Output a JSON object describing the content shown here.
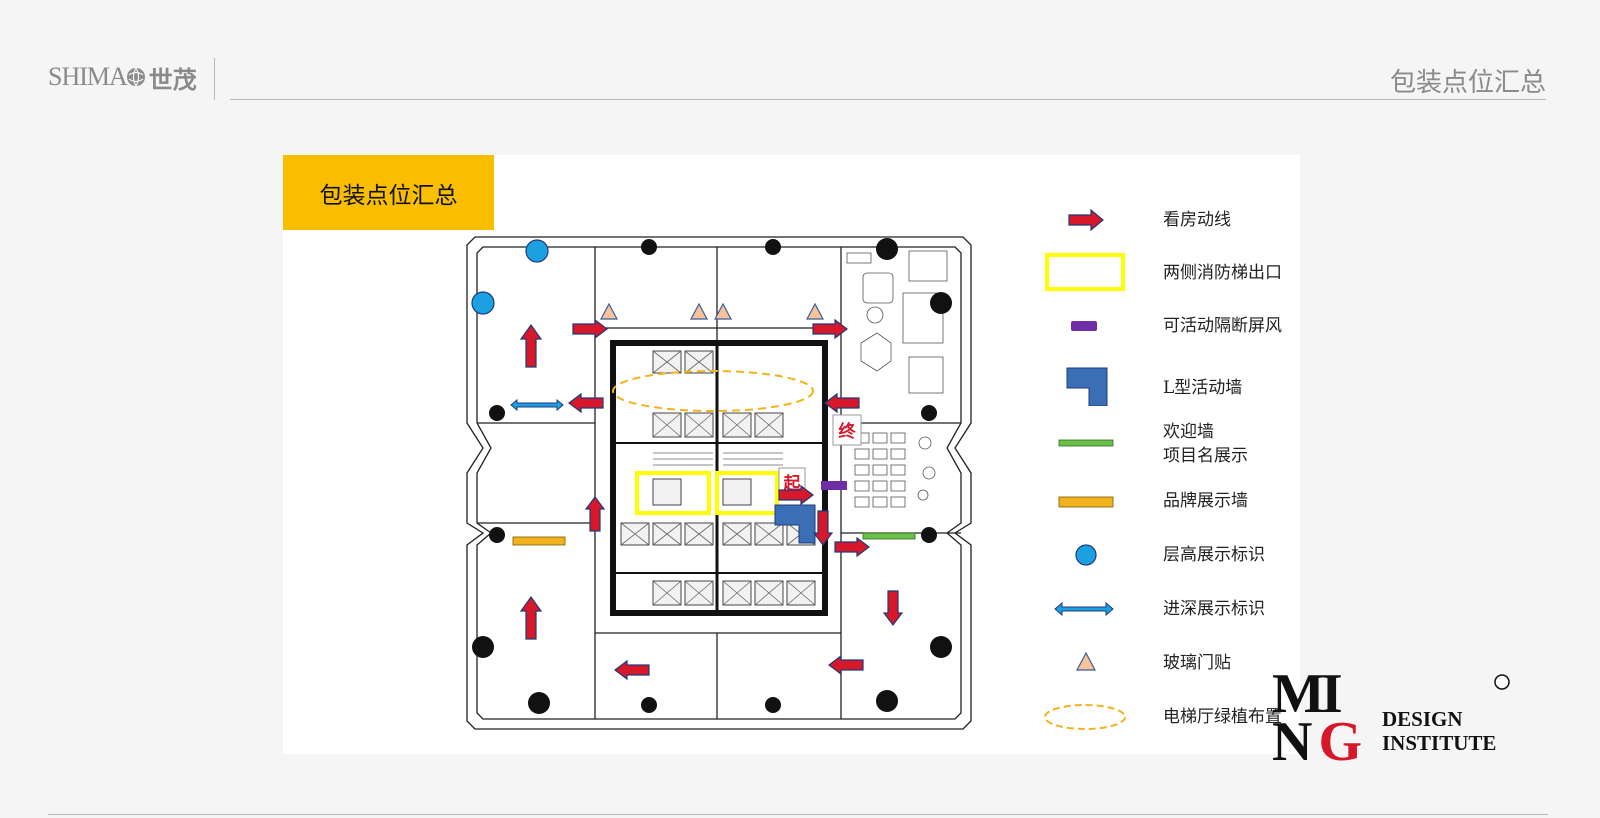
{
  "header": {
    "logo_latin": "SHIMA",
    "logo_cn": "世茂",
    "page_title": "包装点位汇总"
  },
  "panel": {
    "tag_title": "包装点位汇总"
  },
  "plan": {
    "label_start": "起",
    "label_end": "终"
  },
  "legend": [
    {
      "label": "看房动线",
      "icon": "red-arrow-icon"
    },
    {
      "label": "两侧消防梯出口",
      "icon": "yellow-rectangle-icon"
    },
    {
      "label": "可活动隔断屏风",
      "icon": "purple-bar-icon"
    },
    {
      "label": "L型活动墙",
      "icon": "blue-l-shape-icon"
    },
    {
      "label": "欢迎墙",
      "label2": "项目名展示",
      "icon": "green-bar-icon"
    },
    {
      "label": "品牌展示墙",
      "icon": "orange-bar-icon"
    },
    {
      "label": "层高展示标识",
      "icon": "blue-circle-icon"
    },
    {
      "label": "进深展示标识",
      "icon": "double-arrow-icon"
    },
    {
      "label": "玻璃门贴",
      "icon": "triangle-icon"
    },
    {
      "label": "电梯厅绿植布置",
      "icon": "dashed-ellipse-icon"
    }
  ],
  "brand": {
    "mark_line1": "MI",
    "mark_line2": "NG",
    "name_line1": "DESIGN",
    "name_line2": "INSTITUTE"
  },
  "colors": {
    "accent_yellow": "#f9be00",
    "route_red": "#d7172a",
    "blue_marker": "#1ba1e2",
    "l_wall_blue": "#3a6fb6",
    "purple_screen": "#6f2da8",
    "green_wall": "#6cc04a",
    "orange_wall": "#f2b31c",
    "triangle_fill": "#f7c39a",
    "fire_exit_yellow": "#ffff00"
  }
}
